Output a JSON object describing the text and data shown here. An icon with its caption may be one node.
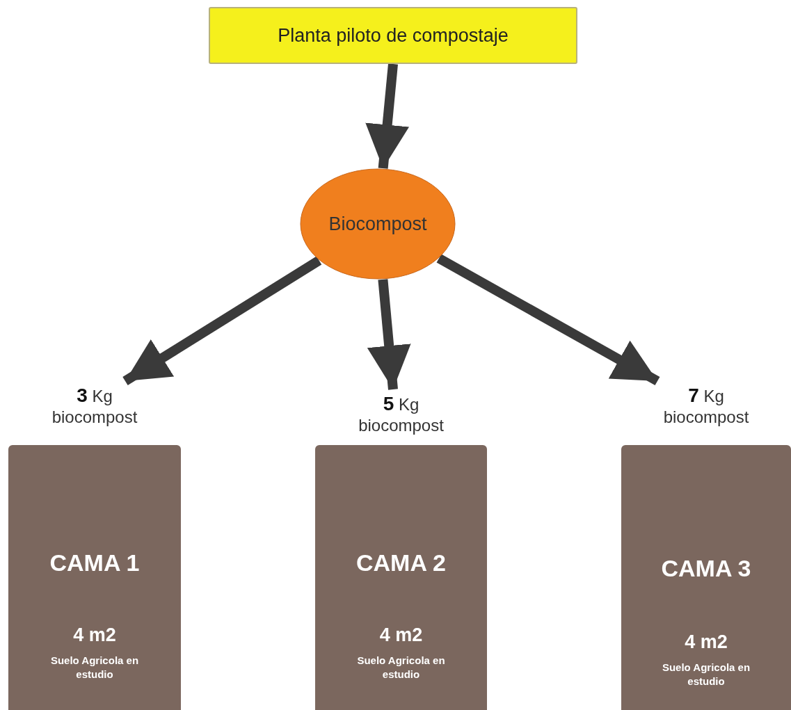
{
  "diagram": {
    "nodes": [
      {
        "text": [
          "Planta piloto de compostaje"
        ]
      },
      {
        "text": [
          "Biocompost"
        ]
      },
      {
        "text": [
          "CAMA 1",
          "4 m2",
          "Suelo Agricola en estudio"
        ],
        "beside": [
          "**3** Kg biocompost"
        ]
      },
      {
        "text": [
          "CAMA 2",
          "4 m2",
          "Suelo Agricola en estudio"
        ],
        "beside": [
          "**5** Kg biocompost"
        ]
      },
      {
        "text": [
          "CAMA 3",
          "4 m2",
          "Suelo Agricola en estudio"
        ],
        "beside": [
          "**7** Kg biocompost"
        ]
      }
    ],
    "edges": [
      {
        "from": 0,
        "to": 1,
        "arrow": "to"
      },
      {
        "from": 1,
        "to": 2,
        "arrow": "to"
      },
      {
        "from": 1,
        "to": 3,
        "arrow": "to"
      },
      {
        "from": 1,
        "to": 4,
        "arrow": "to"
      }
    ]
  }
}
